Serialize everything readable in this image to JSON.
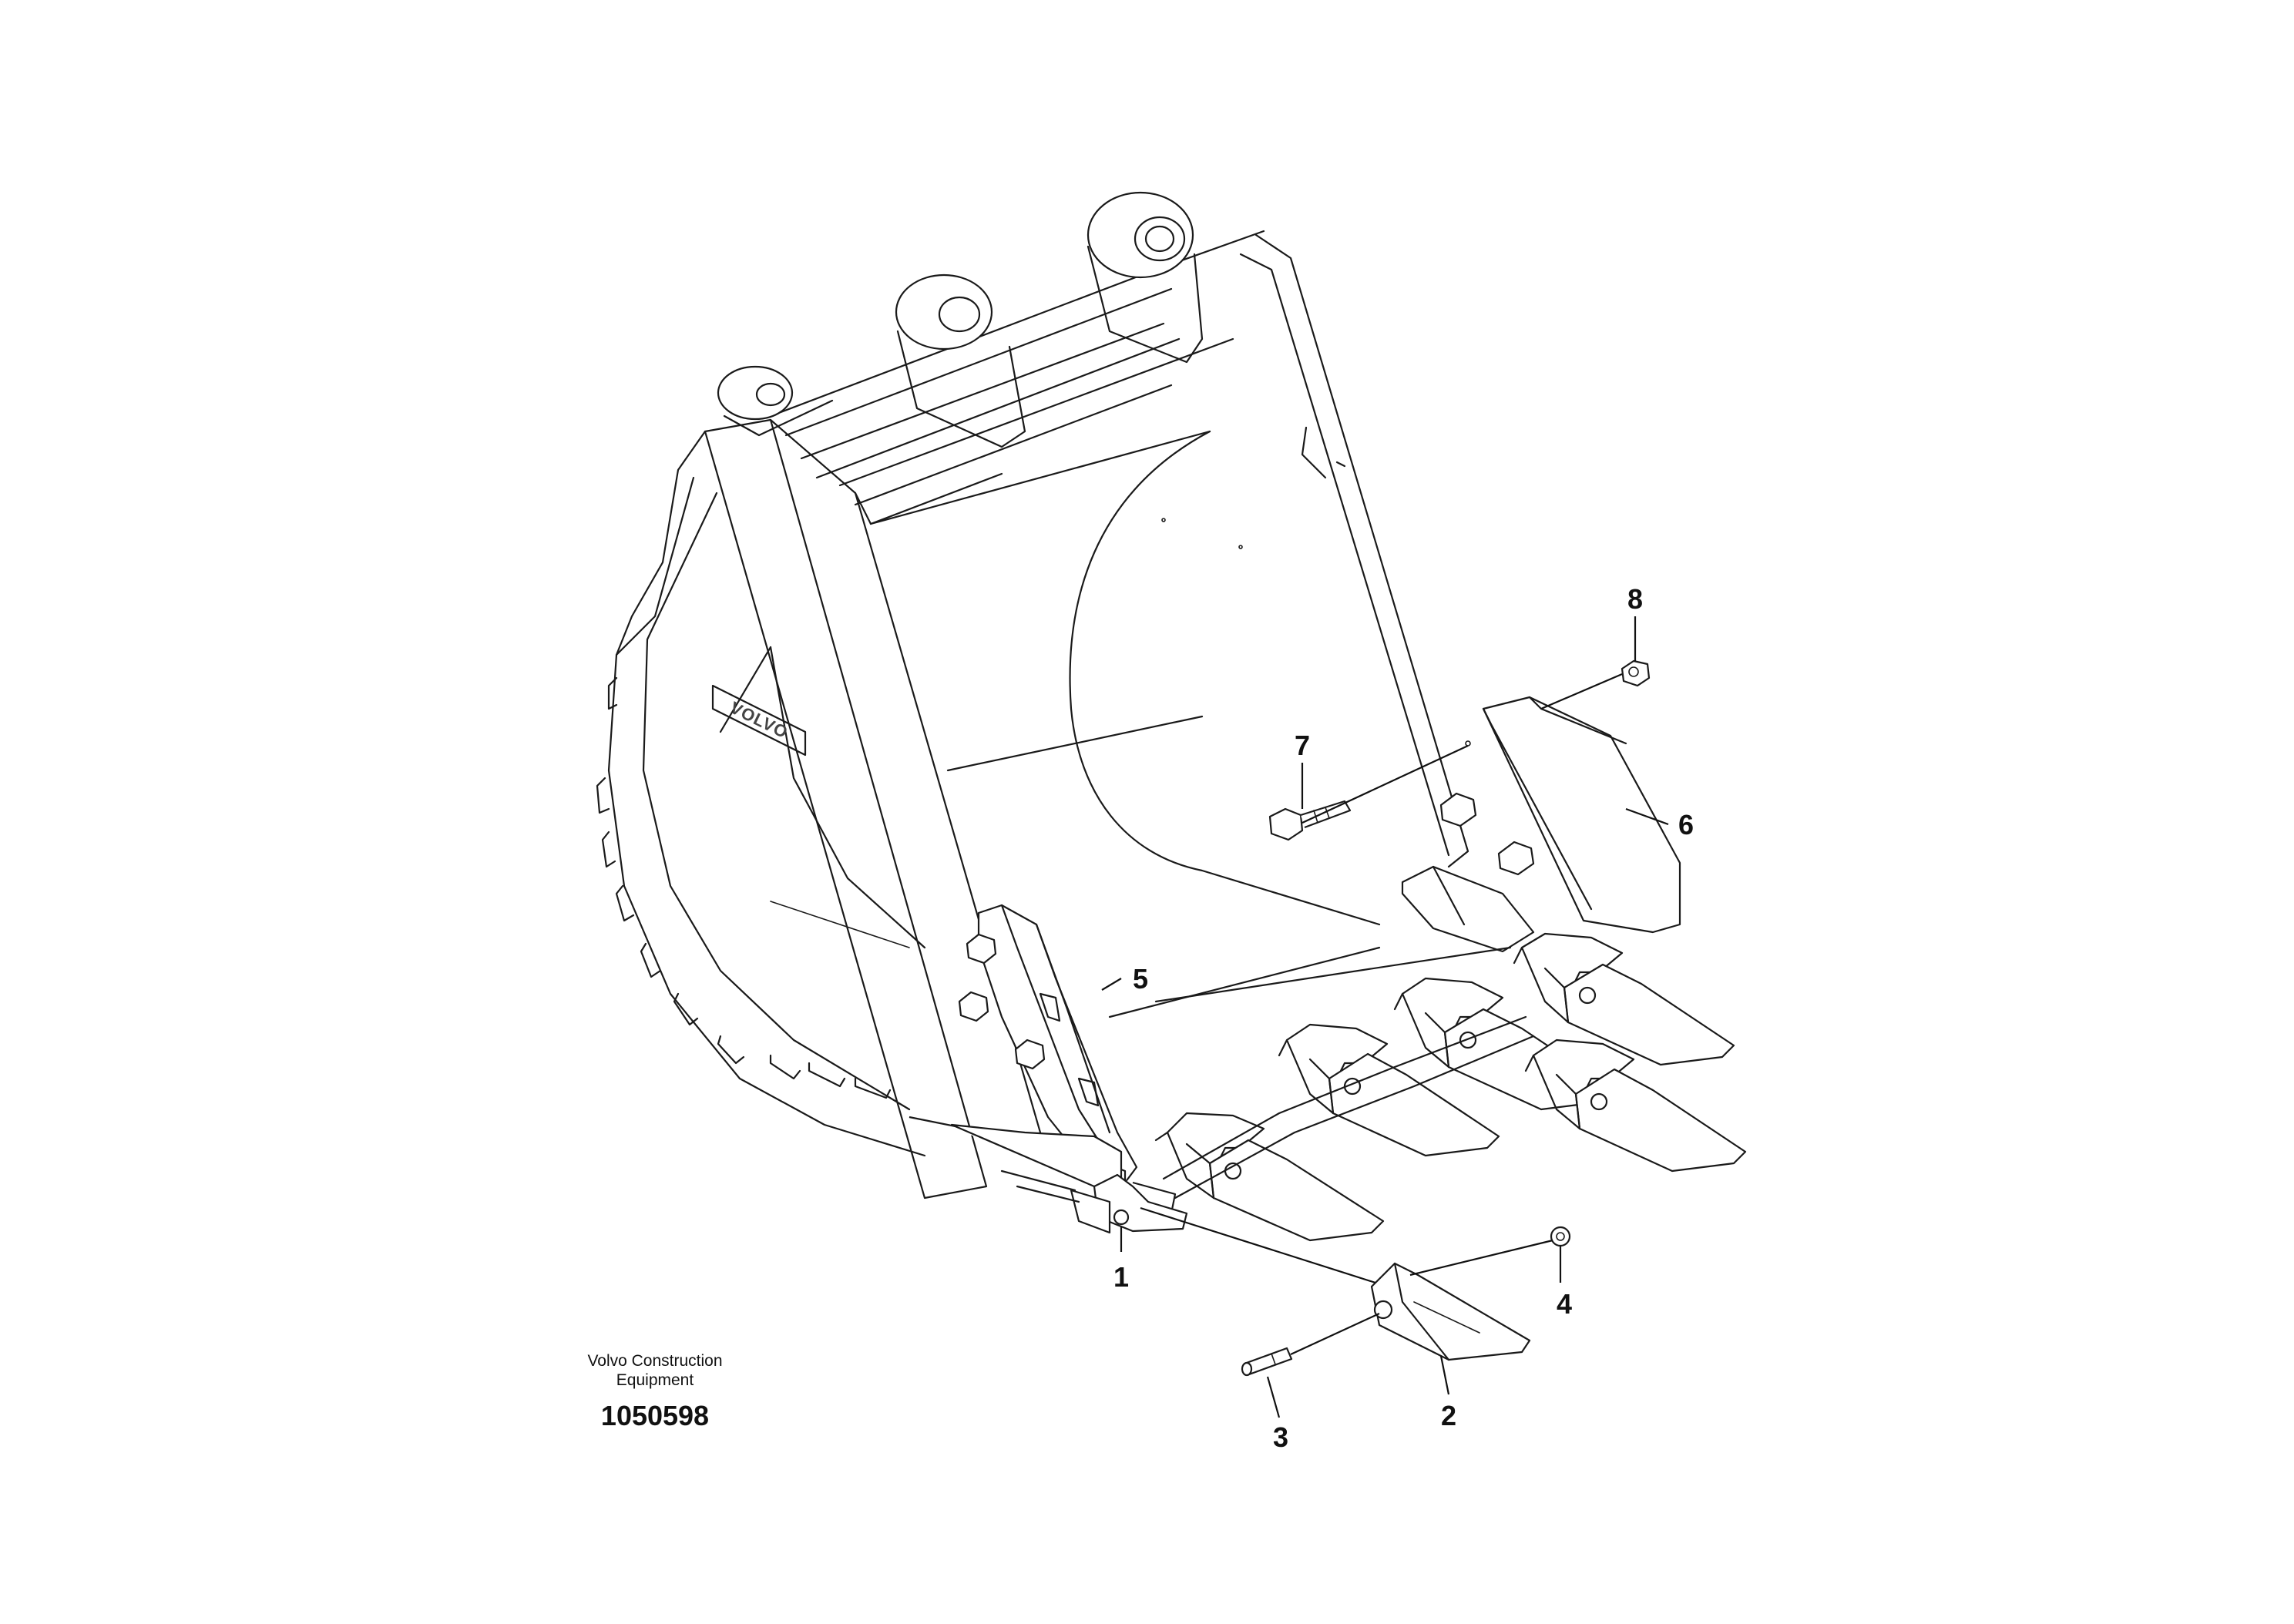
{
  "diagram": {
    "brand_line1": "Volvo Construction",
    "brand_line2": "Equipment",
    "document_number": "1050598",
    "logo_text": "VOLVO",
    "callouts": [
      {
        "id": "1",
        "label": "1"
      },
      {
        "id": "2",
        "label": "2"
      },
      {
        "id": "3",
        "label": "3"
      },
      {
        "id": "4",
        "label": "4"
      },
      {
        "id": "5",
        "label": "5"
      },
      {
        "id": "6",
        "label": "6"
      },
      {
        "id": "7",
        "label": "7"
      },
      {
        "id": "8",
        "label": "8"
      }
    ]
  }
}
